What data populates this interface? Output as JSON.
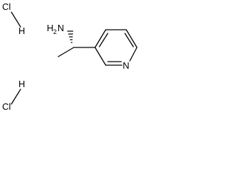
{
  "molecule": {
    "labels": {
      "hcl_top_cl": "Cl",
      "hcl_top_h": "H",
      "hcl_bottom_cl": "Cl",
      "hcl_bottom_h": "H",
      "amine_h": "H",
      "amine_sub": "2",
      "amine_n": "N",
      "pyridine_n": "N"
    }
  }
}
